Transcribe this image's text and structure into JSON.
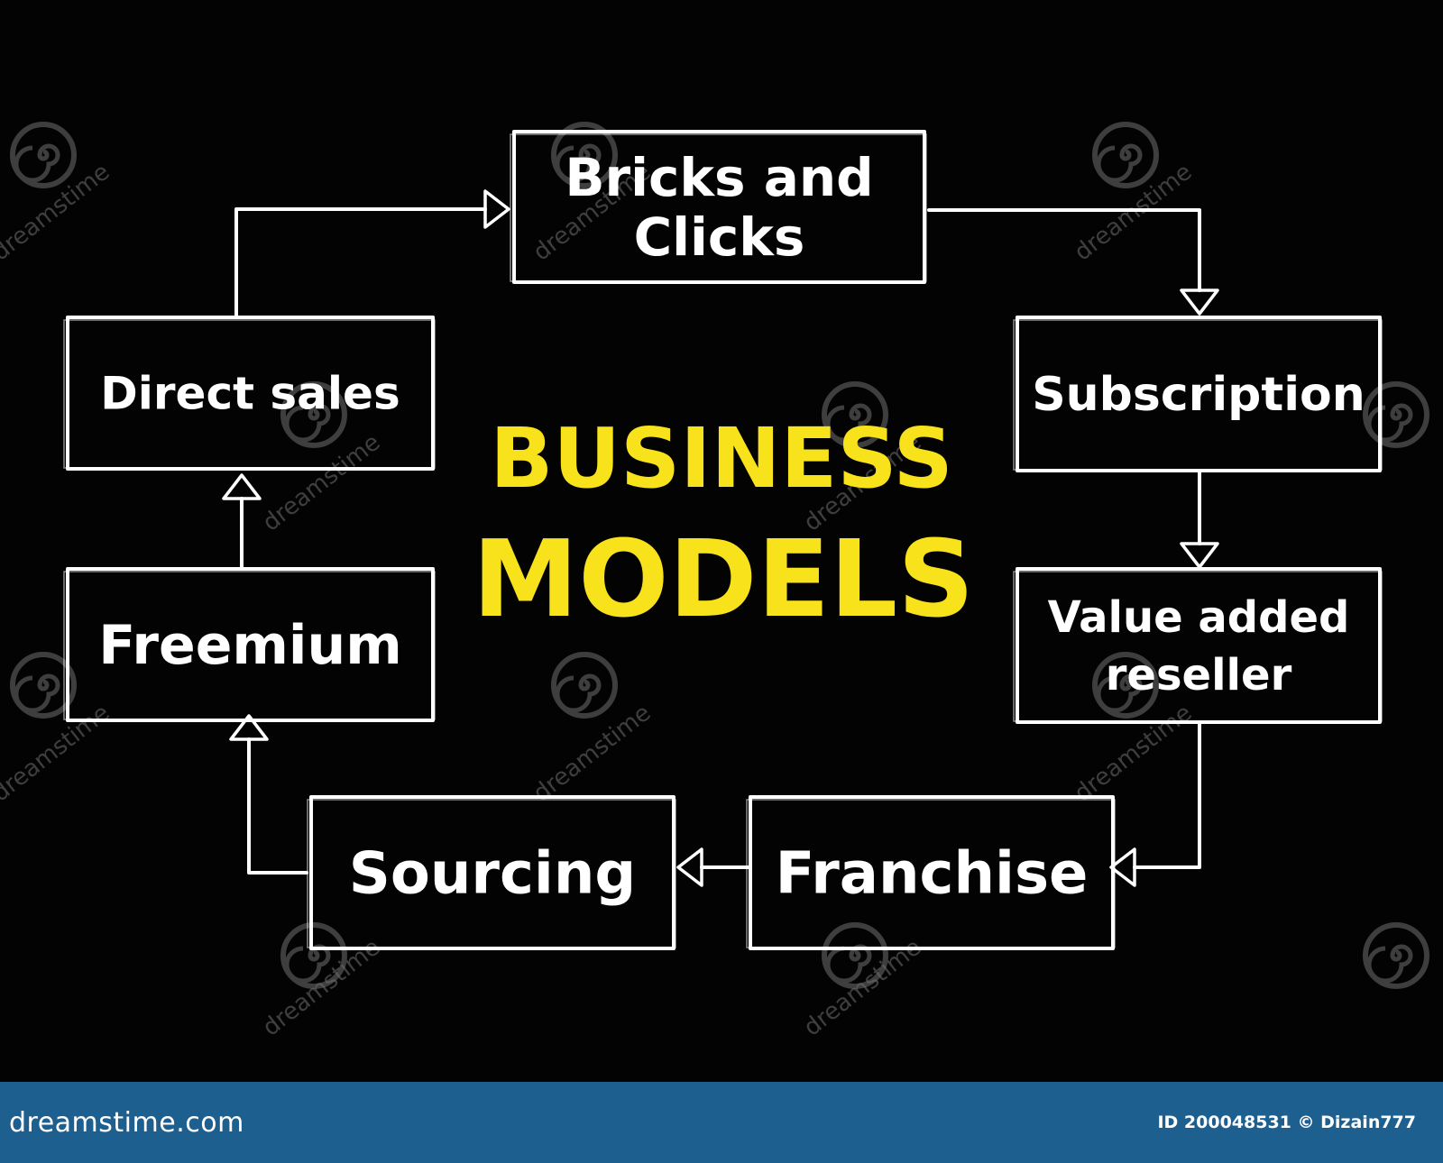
{
  "diagram": {
    "title_line1": "BUSINESS",
    "title_line2": "MODELS",
    "title_color": "#f7e21b",
    "stroke_color": "#ffffff",
    "nodes": [
      {
        "id": "bricks-and-clicks",
        "lines": [
          "Bricks and",
          "Clicks"
        ]
      },
      {
        "id": "subscription",
        "lines": [
          "Subscription"
        ]
      },
      {
        "id": "value-added-reseller",
        "lines": [
          "Value added",
          "reseller"
        ]
      },
      {
        "id": "franchise",
        "lines": [
          "Franchise"
        ]
      },
      {
        "id": "sourcing",
        "lines": [
          "Sourcing"
        ]
      },
      {
        "id": "freemium",
        "lines": [
          "Freemium"
        ]
      },
      {
        "id": "direct-sales",
        "lines": [
          "Direct sales"
        ]
      }
    ],
    "edges": [
      {
        "from": "bricks-and-clicks",
        "to": "subscription"
      },
      {
        "from": "subscription",
        "to": "value-added-reseller"
      },
      {
        "from": "value-added-reseller",
        "to": "franchise"
      },
      {
        "from": "franchise",
        "to": "sourcing"
      },
      {
        "from": "sourcing",
        "to": "freemium"
      },
      {
        "from": "freemium",
        "to": "direct-sales"
      },
      {
        "from": "direct-sales",
        "to": "bricks-and-clicks"
      }
    ]
  },
  "watermark": {
    "text": "dreamstime",
    "icon": "spiral-logo-icon"
  },
  "footer": {
    "brand": "dreamstime.com",
    "credit": "ID 200048531 © Dizain777",
    "background": "#1d5f8f"
  }
}
